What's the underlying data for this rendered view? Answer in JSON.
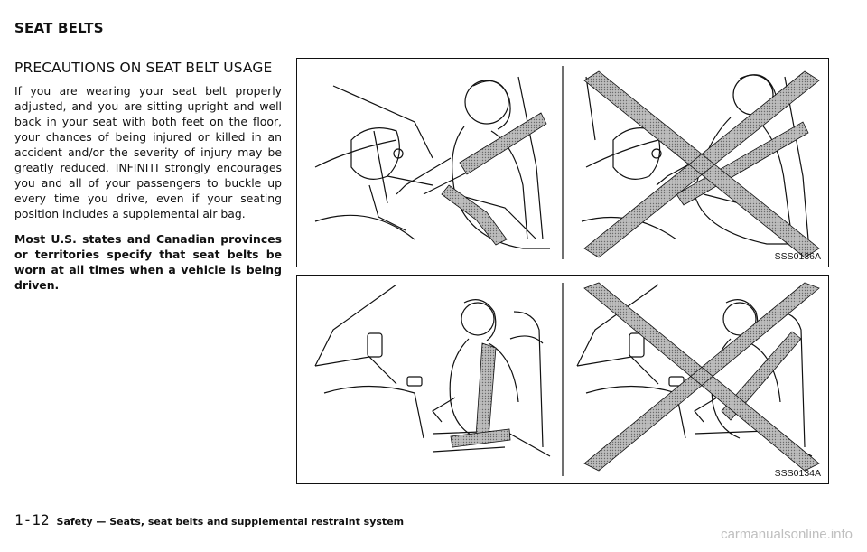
{
  "header": {
    "section_title": "SEAT BELTS"
  },
  "content": {
    "subheading": "PRECAUTIONS ON SEAT BELT USAGE",
    "paragraph_1": "If you are wearing your seat belt properly adjusted, and you are sitting upright and well back in your seat with both feet on the floor, your chances of being injured or killed in an accident and/or the severity of injury may be greatly reduced. INFINITI strongly encourages you and all of your passengers to buckle up every time you drive, even if your seating position includes a supplemental air bag.",
    "paragraph_2": "Most U.S. states and Canadian provinces or territories specify that seat belts be worn at all times when a vehicle is being driven."
  },
  "figures": {
    "top_code": "SSS0136A",
    "bottom_code": "SSS0134A"
  },
  "footer": {
    "page_number": "1-12",
    "chapter_text": "Safety — Seats, seat belts and supplemental restraint system"
  },
  "watermark": "carmanualsonline.info"
}
